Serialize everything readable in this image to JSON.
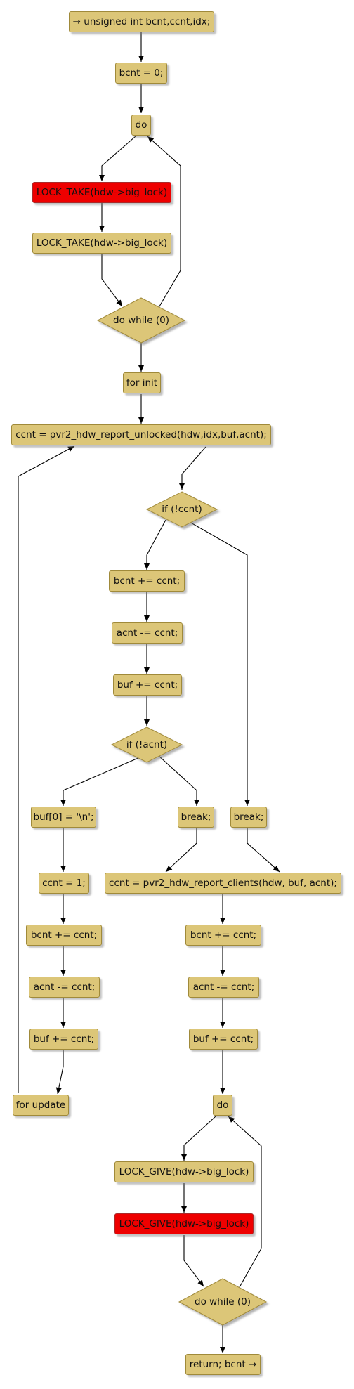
{
  "nodes": {
    "start": "→ unsigned int bcnt,ccnt,idx;",
    "bcnt_init": "bcnt = 0;",
    "do1": "do",
    "lock_take_red": "LOCK_TAKE(hdw->big_lock)",
    "lock_take": "LOCK_TAKE(hdw->big_lock)",
    "do_while1": "do while (0)",
    "for_init": "for init",
    "ccnt_unlocked": "ccnt = pvr2_hdw_report_unlocked(hdw,idx,buf,acnt);",
    "if_ccnt": "if (!ccnt)",
    "bcnt_add1": "bcnt += ccnt;",
    "acnt_sub1": "acnt -= ccnt;",
    "buf_add1": "buf += ccnt;",
    "if_acnt": "if (!acnt)",
    "buf0": "buf[0] = '\\n';",
    "break1": "break;",
    "break2": "break;",
    "ccnt_one": "ccnt = 1;",
    "bcnt_add2": "bcnt += ccnt;",
    "acnt_sub2": "acnt -= ccnt;",
    "buf_add2": "buf += ccnt;",
    "for_update": "for update",
    "ccnt_clients": "ccnt = pvr2_hdw_report_clients(hdw, buf, acnt);",
    "bcnt_add3": "bcnt += ccnt;",
    "acnt_sub3": "acnt -= ccnt;",
    "buf_add3": "buf += ccnt;",
    "do2": "do",
    "lock_give": "LOCK_GIVE(hdw->big_lock)",
    "lock_give_red": "LOCK_GIVE(hdw->big_lock)",
    "do_while2": "do while (0)",
    "return": "return; bcnt →"
  },
  "colors": {
    "node_fill": "#dcc678",
    "node_highlight": "#ee0000",
    "edge": "#000000"
  }
}
